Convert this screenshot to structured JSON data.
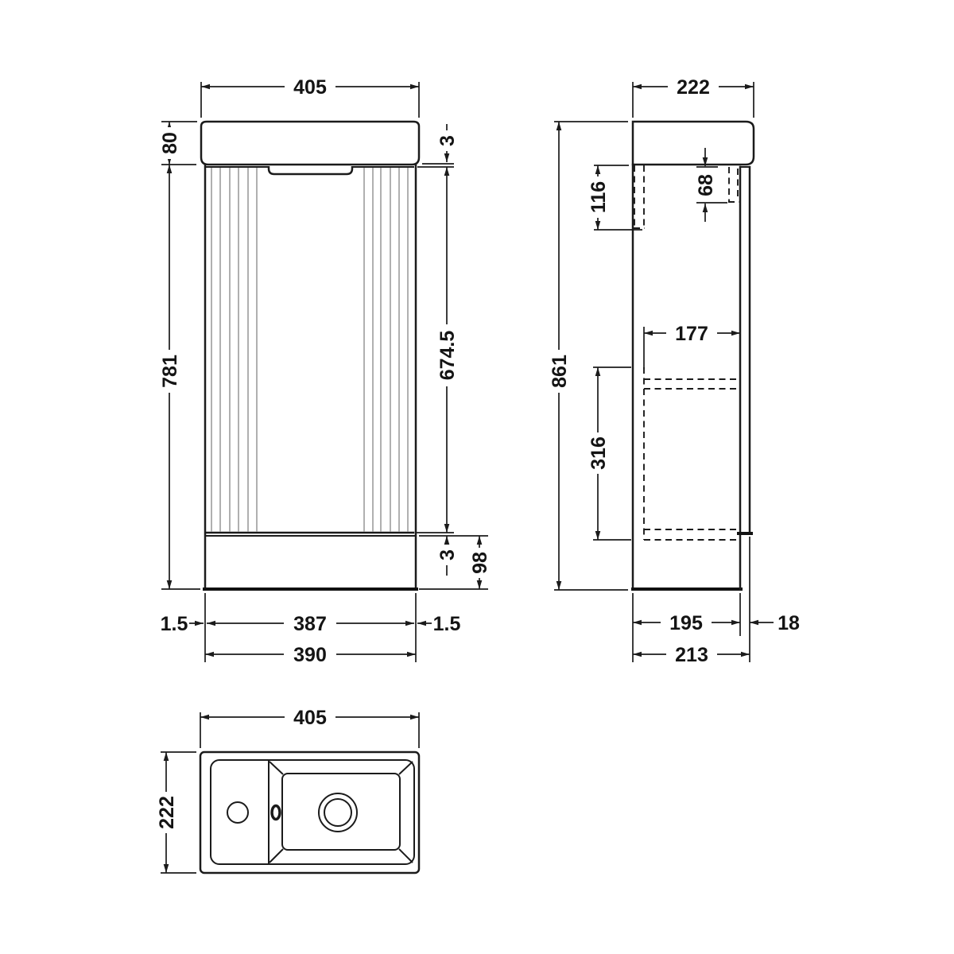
{
  "drawing": {
    "background": "#ffffff",
    "line_color": "#1b1b1b",
    "flute_color": "#9c9c9c",
    "views": {
      "front": {
        "label": "front-elevation",
        "dims": {
          "basin_width": "405",
          "basin_height": "80",
          "cabinet_height": "781",
          "top_gap": "3",
          "door_height": "674.5",
          "bottom_gap": "3",
          "plinth_height": "98",
          "left_margin": "1.5",
          "door_width": "387",
          "right_margin": "1.5",
          "cabinet_width": "390"
        }
      },
      "side": {
        "label": "side-elevation",
        "dims": {
          "basin_depth": "222",
          "wall_bracket_height": "116",
          "hinge_plate_height": "68",
          "overall_height": "861",
          "shelf_depth": "177",
          "shelf_to_bottom": "316",
          "carcass_depth": "195",
          "door_thickness": "18",
          "overall_depth": "213"
        }
      },
      "plan": {
        "label": "plan-view",
        "dims": {
          "basin_width": "405",
          "basin_depth": "222"
        }
      }
    }
  }
}
